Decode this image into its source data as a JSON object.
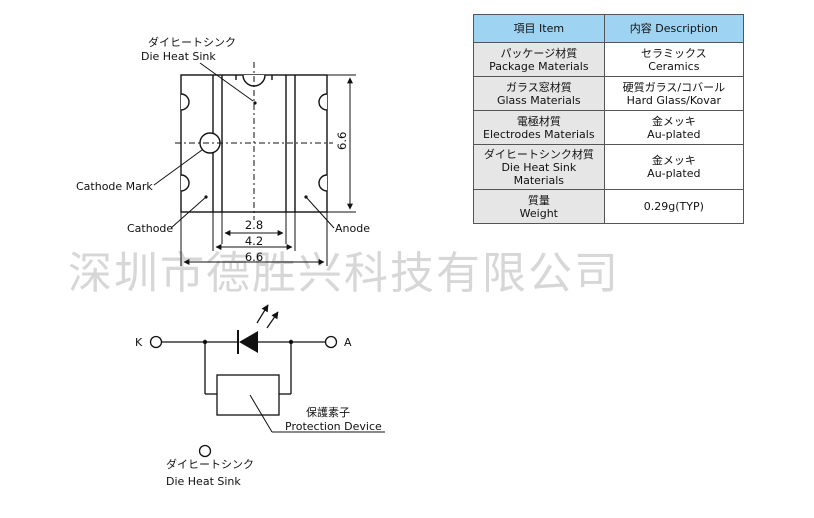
{
  "watermark": "深圳市德胜兴科技有限公司",
  "table": {
    "headers": [
      "項目 Item",
      "内容 Description"
    ],
    "rows": [
      {
        "item": [
          "パッケージ材質",
          "Package Materials"
        ],
        "desc": [
          "セラミックス",
          "Ceramics"
        ]
      },
      {
        "item": [
          "ガラス窓材質",
          "Glass Materials"
        ],
        "desc": [
          "硬質ガラス/コバール",
          "Hard Glass/Kovar"
        ]
      },
      {
        "item": [
          "電極材質",
          "Electrodes Materials"
        ],
        "desc": [
          "金メッキ",
          "Au-plated"
        ]
      },
      {
        "item": [
          "ダイヒートシンク材質",
          "Die Heat Sink",
          "Materials"
        ],
        "desc": [
          "金メッキ",
          "Au-plated"
        ]
      },
      {
        "item": [
          "質量",
          "Weight"
        ],
        "desc": [
          "0.29g(TYP)"
        ]
      }
    ]
  },
  "package_drawing": {
    "die_heat_sink_jp": "ダイヒートシンク",
    "die_heat_sink_en": "Die Heat Sink",
    "cathode_mark": "Cathode Mark",
    "cathode": "Cathode",
    "anode": "Anode",
    "dim_height": "6.6",
    "dim_inner": "2.8",
    "dim_mid": "4.2",
    "dim_width": "6.6"
  },
  "circuit": {
    "k": "K",
    "a": "A",
    "protection_jp": "保護素子",
    "protection_en": "Protection Device",
    "heat_sink_jp": "ダイヒートシンク",
    "heat_sink_en": "Die Heat Sink"
  }
}
